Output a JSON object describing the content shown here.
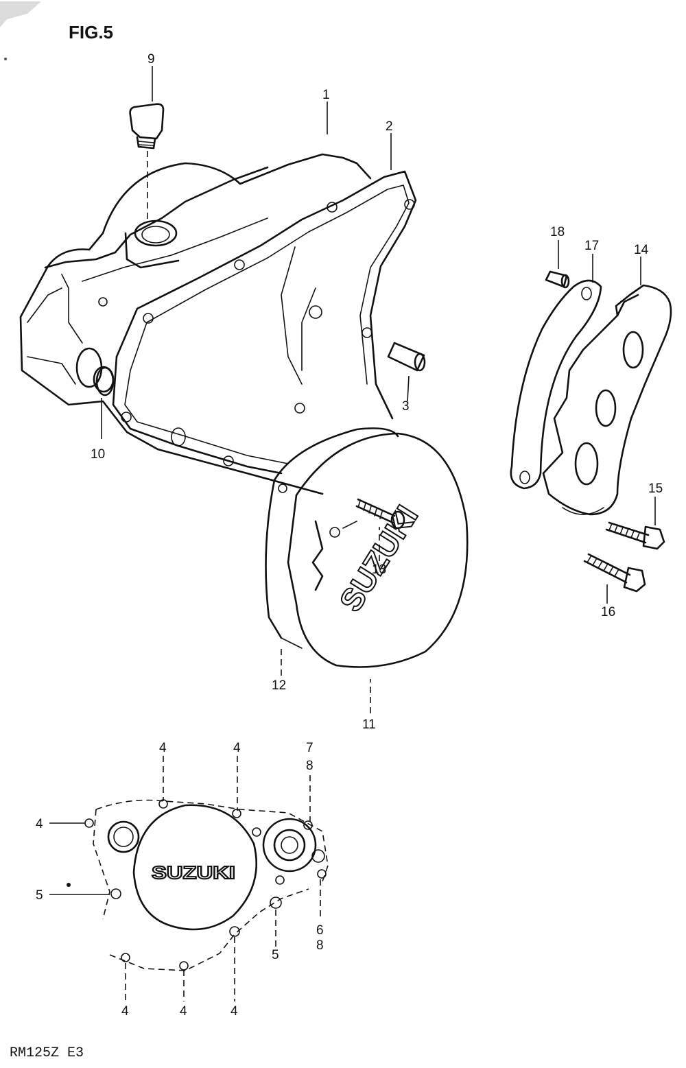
{
  "figure_title": "FIG.5",
  "model_code": "RM125Z E3",
  "brand_logo": "SUZUKI",
  "callouts": {
    "c1": "1",
    "c2": "2",
    "c3": "3",
    "c9": "9",
    "c10": "10",
    "c11": "11",
    "c12": "12",
    "c13": "13",
    "c14": "14",
    "c15": "15",
    "c16": "16",
    "c17": "17",
    "c18": "18",
    "b4a": "4",
    "b4b": "4",
    "b4c": "4",
    "b4d": "4",
    "b4e": "4",
    "b4f": "4",
    "b5a": "5",
    "b5b": "5",
    "b78a": "7",
    "b78b": "8",
    "b68a": "6",
    "b68b": "8"
  }
}
